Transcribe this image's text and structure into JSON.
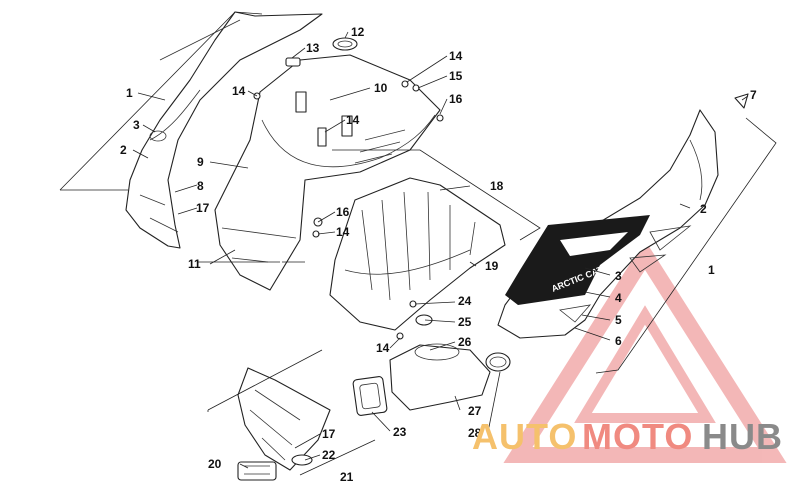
{
  "callouts": {
    "c1a": "1",
    "c1b": "1",
    "c2a": "2",
    "c2b": "2",
    "c3a": "3",
    "c3b": "3",
    "c4": "4",
    "c5": "5",
    "c6": "6",
    "c7": "7",
    "c8": "8",
    "c9": "9",
    "c10": "10",
    "c11": "11",
    "c12": "12",
    "c13": "13",
    "c14a": "14",
    "c14b": "14",
    "c14c": "14",
    "c14d": "14",
    "c14e": "14",
    "c15": "15",
    "c16a": "16",
    "c16b": "16",
    "c17a": "17",
    "c17b": "17",
    "c18": "18",
    "c19": "19",
    "c20": "20",
    "c21": "21",
    "c22": "22",
    "c23": "23",
    "c24": "24",
    "c25": "25",
    "c26": "26",
    "c27": "27",
    "c28": "28"
  },
  "decal": {
    "brand_text": "ARCTIC CAT"
  },
  "watermark": {
    "part1": "AUTO",
    "part2": "MOTO",
    "part3": "HUB",
    "colors": {
      "auto": "#f5c16c",
      "moto": "#f08a80",
      "hub": "#8a8a8a",
      "triangle": "#f0a0a0"
    }
  }
}
